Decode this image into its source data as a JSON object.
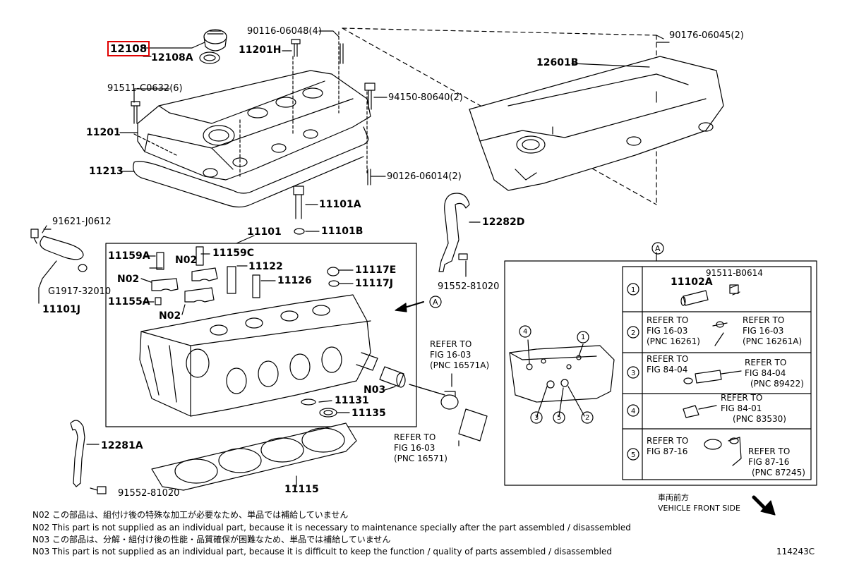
{
  "labels": {
    "p12108": "12108",
    "p12108A": "12108A",
    "p90116": "90116-06048(4)",
    "p11201H": "11201H",
    "p90176": "90176-06045(2)",
    "p12601B": "12601B",
    "p91511c": "91511-C0632(6)",
    "p94150": "94150-80640(2)",
    "p11201": "11201",
    "p11213": "11213",
    "p90126": "90126-06014(2)",
    "p11101A": "11101A",
    "p11101B": "11101B",
    "p12282D": "12282D",
    "p91621": "91621-J0612",
    "p11101": "11101",
    "p11159A": "11159A",
    "p11159C": "11159C",
    "pN02a": "N02",
    "p11122": "11122",
    "pN02b": "N02",
    "p11126": "11126",
    "p11117E": "11117E",
    "p11117J": "11117J",
    "p91552a": "91552-81020",
    "pG1917": "G1917-32010",
    "p11155A": "11155A",
    "pN02c": "N02",
    "p11101J": "11101J",
    "pN03": "N03",
    "p11131": "11131",
    "p11135": "11135",
    "p12281A": "12281A",
    "p11115": "11115",
    "p91552b": "91552-81020",
    "ref1": "REFER TO",
    "ref1b": "FIG 16-03",
    "ref1c": "(PNC 16571A)",
    "ref2": "REFER TO",
    "ref2b": "FIG 16-03",
    "ref2c": "(PNC 16571)",
    "calloutA1": "A",
    "calloutA2": "A"
  },
  "inset": {
    "header": "A",
    "rows": [
      {
        "num": "1",
        "t1": "91511-B0614",
        "t2": "11102A"
      },
      {
        "num": "2",
        "t1": "REFER TO",
        "t2": "FIG 16-03",
        "t3": "(PNC 16261)",
        "t4": "REFER TO",
        "t5": "FIG 16-03",
        "t6": "(PNC 16261A)"
      },
      {
        "num": "3",
        "t1": "REFER TO",
        "t2": "FIG 84-04",
        "t4": "REFER TO",
        "t5": "FIG 84-04",
        "t6": "(PNC 89422)"
      },
      {
        "num": "4",
        "t4": "REFER TO",
        "t5": "FIG 84-01",
        "t6": "(PNC 83530)"
      },
      {
        "num": "5",
        "t1": "REFER TO",
        "t2": "FIG 87-16",
        "t4": "REFER TO",
        "t5": "FIG 87-16",
        "t6": "(PNC 87245)"
      }
    ],
    "markers": [
      "1",
      "2",
      "3",
      "4",
      "5"
    ]
  },
  "front": {
    "jp": "車両前方",
    "en": "VEHICLE FRONT SIDE"
  },
  "notes": [
    "N02  この部品は、組付け後の特殊な加工が必要なため、単品では補給していません",
    "N02  This part is not supplied as an individual part, because it is necessary to maintenance specially after the part assembled / disassembled",
    "N03  この部品は、分解・組付け後の性能・品質確保が困難なため、単品では補給していません",
    "N03  This part is not supplied as an individual part, because it is difficult to keep the function / quality of parts  assembled / disassembled"
  ],
  "figure_code": "114243C"
}
